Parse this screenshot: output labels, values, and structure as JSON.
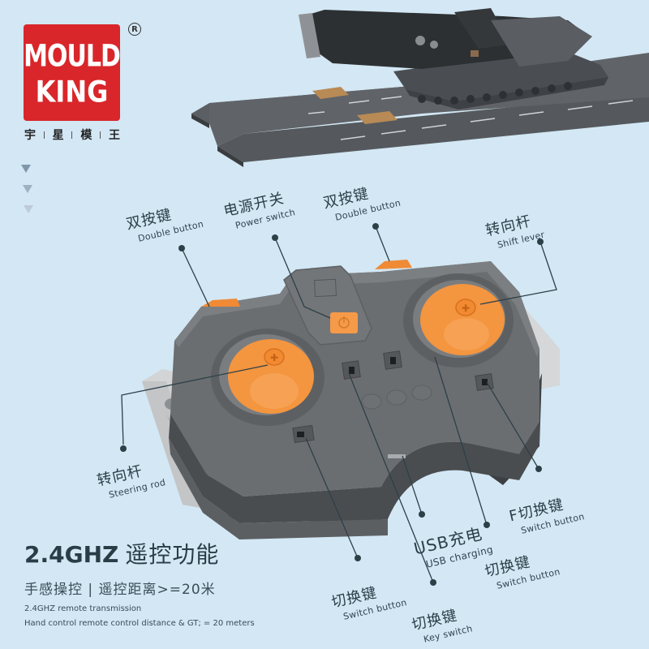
{
  "brand": {
    "logo_top": "MOULD",
    "logo_bottom": "KING",
    "registered_mark": "R",
    "chinese_name": [
      "宇",
      "星",
      "模",
      "王"
    ],
    "colors": {
      "logo_red": "#d9262a",
      "background": "#d3e7f4"
    }
  },
  "decor": {
    "arrows": [
      "chevron-down-icon",
      "chevron-down-icon",
      "chevron-down-icon"
    ]
  },
  "product_image": {
    "top": "bridge-layer-tank-model",
    "center": "remote-controller"
  },
  "callouts": {
    "double_button_left": {
      "cn": "双按键",
      "en": "Double button"
    },
    "power_switch": {
      "cn": "电源开关",
      "en": "Power switch"
    },
    "double_button_right": {
      "cn": "双按键",
      "en": "Double button"
    },
    "shift_lever": {
      "cn": "转向杆",
      "en": "Shift lever"
    },
    "steering_rod": {
      "cn": "转向杆",
      "en": "Steering rod"
    },
    "usb_charging": {
      "cn": "USB充电",
      "en": "USB charging"
    },
    "f_switch_button": {
      "cn": "F切换键",
      "en": "Switch button"
    },
    "switch_button_right": {
      "cn": "切换键",
      "en": "Switch button"
    },
    "switch_button_left": {
      "cn": "切换键",
      "en": "Switch button"
    },
    "key_switch": {
      "cn": "切换键",
      "en": "Key switch"
    }
  },
  "footer": {
    "title_en": "2.4GHZ",
    "title_cn": "遥控功能",
    "subtitle_cn": "手感操控 | 遥控距离>=20米",
    "line1": "2.4GHZ remote transmission",
    "line2": "Hand control remote control distance & GT; = 20 meters"
  }
}
